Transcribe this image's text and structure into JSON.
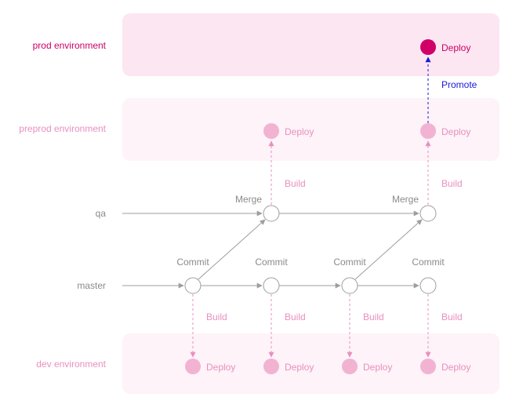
{
  "colors": {
    "prod_band": "#fce6f2",
    "other_band": "#fdf3f8",
    "prod_text": "#cc0066",
    "prod_node": "#d10068",
    "pink_text": "#e98fbf",
    "pink_node": "#f2b3d2",
    "gray_line": "#9e9e9e",
    "gray_text": "#8a8a8a",
    "promote": "#1a1ad6"
  },
  "environments": {
    "prod": "prod environment",
    "preprod": "preprod environment",
    "dev": "dev environment"
  },
  "branches": {
    "qa": "qa",
    "master": "master"
  },
  "labels": {
    "commit": "Commit",
    "merge": "Merge",
    "build": "Build",
    "deploy": "Deploy",
    "promote": "Promote"
  }
}
